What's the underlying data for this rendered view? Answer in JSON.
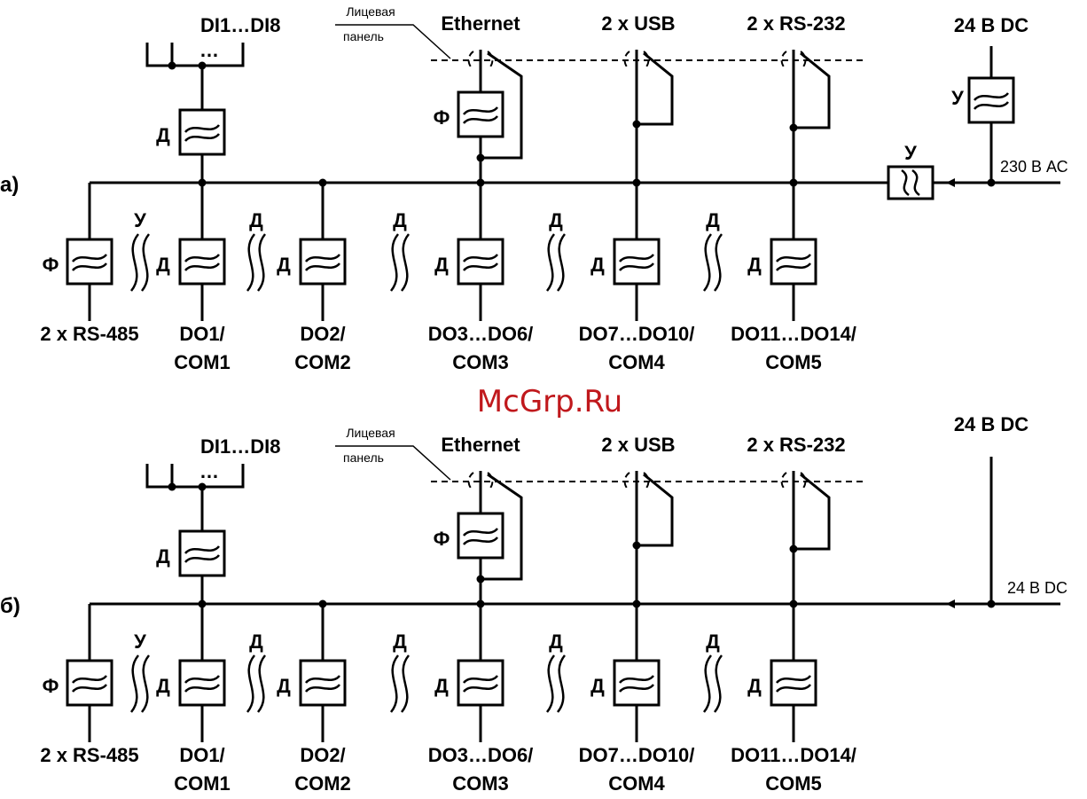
{
  "watermark": "McGrp.Ru",
  "panels": [
    {
      "id": "a",
      "letter": "а)",
      "top_labels": {
        "di": "DI1…DI8",
        "dots": "…",
        "front_panel_line1": "Лицевая",
        "front_panel_line2": "панель",
        "ethernet": "Ethernet",
        "usb": "2 х USB",
        "rs232": "2 х RS-232",
        "power_dc": "24 В DC"
      },
      "supply_label": "230 В АС",
      "block_letters": {
        "di": "Д",
        "ethernet": "Ф",
        "mains": "У",
        "dc_in": "У",
        "rs485": "Ф",
        "do1": "Д",
        "do2": "Д",
        "do3": "Д",
        "do4": "Д",
        "do5": "Д"
      },
      "gap_letters": [
        "У",
        "Д",
        "Д",
        "Д",
        "Д"
      ],
      "bottom_labels": [
        {
          "line1": "2 х RS-485",
          "line2": ""
        },
        {
          "line1": "DO1/",
          "line2": "COM1"
        },
        {
          "line1": "DO2/",
          "line2": "COM2"
        },
        {
          "line1": "DO3…DO6/",
          "line2": "COM3"
        },
        {
          "line1": "DO7…DO10/",
          "line2": "COM4"
        },
        {
          "line1": "DO11…DO14/",
          "line2": "COM5"
        }
      ]
    },
    {
      "id": "b",
      "letter": "б)",
      "top_labels": {
        "di": "DI1…DI8",
        "dots": "…",
        "front_panel_line1": "Лицевая",
        "front_panel_line2": "панель",
        "ethernet": "Ethernet",
        "usb": "2 х USB",
        "rs232": "2 х RS-232",
        "power_dc": "24 В DC"
      },
      "supply_label": "24 В DC",
      "block_letters": {
        "di": "Д",
        "ethernet": "Ф",
        "rs485": "Ф",
        "do1": "Д",
        "do2": "Д",
        "do3": "Д",
        "do4": "Д",
        "do5": "Д"
      },
      "gap_letters": [
        "У",
        "Д",
        "Д",
        "Д",
        "Д"
      ],
      "bottom_labels": [
        {
          "line1": "2 х RS-485",
          "line2": ""
        },
        {
          "line1": "DO1/",
          "line2": "COM1"
        },
        {
          "line1": "DO2/",
          "line2": "COM2"
        },
        {
          "line1": "DO3…DO6/",
          "line2": "COM3"
        },
        {
          "line1": "DO7…DO10/",
          "line2": "COM4"
        },
        {
          "line1": "DO11…DO14/",
          "line2": "COM5"
        }
      ]
    }
  ]
}
